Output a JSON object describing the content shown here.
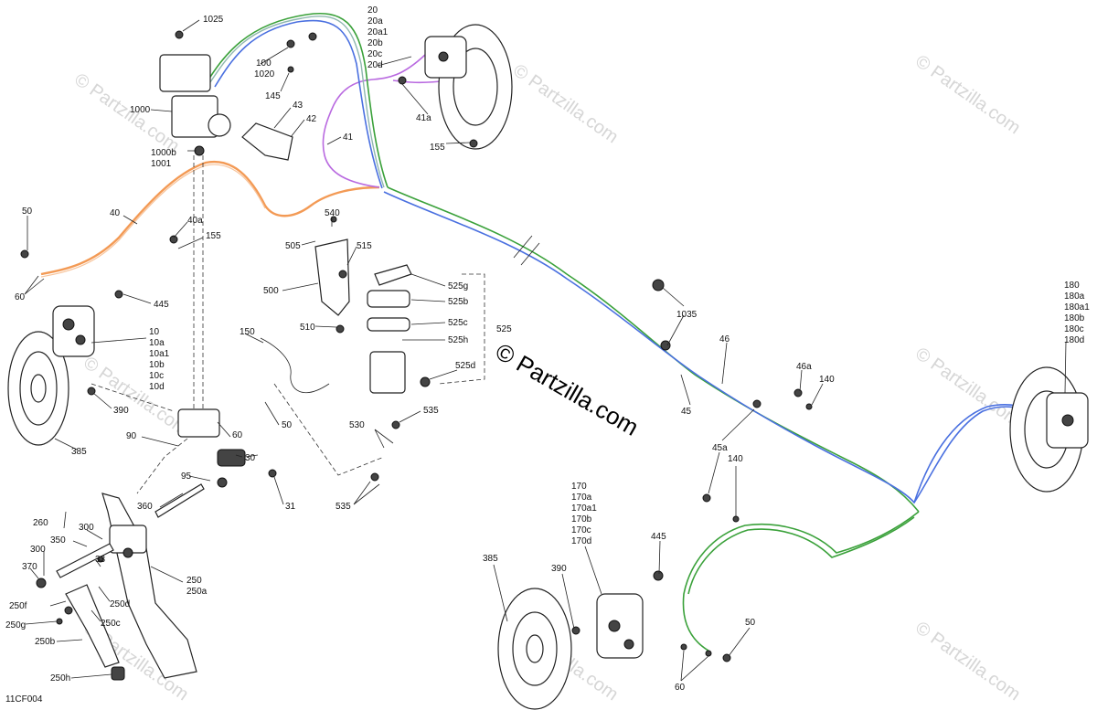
{
  "diagram_code": "11CF004",
  "watermark_small": "© Partzilla.com",
  "watermark_big": "© Partzilla.com",
  "labels": {
    "l1025": "1025",
    "l100": "100",
    "l1020": "1020",
    "l145": "145",
    "l1000": "1000",
    "l43": "43",
    "l42": "42",
    "l1000b": "1000b",
    "l1001": "1001",
    "l41": "41",
    "l20": "20",
    "l20a": "20a",
    "l20a1": "20a1",
    "l20b": "20b",
    "l20c": "20c",
    "l20d": "20d",
    "l41a": "41a",
    "l155a": "155",
    "l50a": "50",
    "l40": "40",
    "l40a": "40a",
    "l155b": "155",
    "l540": "540",
    "l505": "505",
    "l515": "515",
    "l500": "500",
    "l510": "510",
    "l60a": "60",
    "l445a": "445",
    "l10": "10",
    "l10a": "10a",
    "l10a1": "10a1",
    "l10b": "10b",
    "l10c": "10c",
    "l10d": "10d",
    "l150": "150",
    "l390a": "390",
    "l385a": "385",
    "l90": "90",
    "l60b": "60",
    "l50b": "50",
    "l30": "30",
    "l95": "95",
    "l31": "31",
    "l360": "360",
    "l525g": "525g",
    "l525b": "525b",
    "l525c": "525c",
    "l525h": "525h",
    "l525": "525",
    "l525d": "525d",
    "l535a": "535",
    "l530": "530",
    "l535b": "535",
    "l1035": "1035",
    "l46": "46",
    "l46a": "46a",
    "l140a": "140",
    "l45": "45",
    "l45a": "45a",
    "l140b": "140",
    "l180": "180",
    "l180a": "180a",
    "l180a1": "180a1",
    "l180b": "180b",
    "l180c": "180c",
    "l180d": "180d",
    "l170": "170",
    "l170a": "170a",
    "l170a1": "170a1",
    "l170b": "170b",
    "l170c": "170c",
    "l170d": "170d",
    "l445b": "445",
    "l385b": "385",
    "l390b": "390",
    "l50c": "50",
    "l60c": "60",
    "l260": "260",
    "l300a": "300",
    "l350": "350",
    "l300b": "300",
    "l33": "33",
    "l370": "370",
    "l250": "250",
    "l250a": "250a",
    "l250d": "250d",
    "l250f": "250f",
    "l250c": "250c",
    "l250g": "250g",
    "l250b": "250b",
    "l250h": "250h"
  }
}
